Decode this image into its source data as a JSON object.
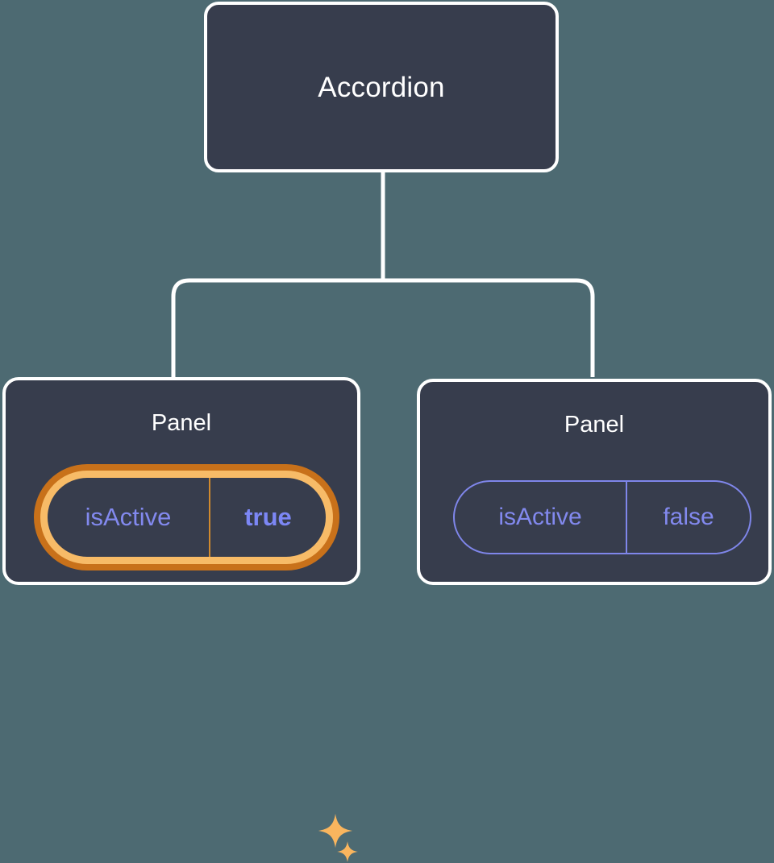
{
  "diagram": {
    "type": "component-tree",
    "background_color": "#4d6a72",
    "node_fill_color": "#373d4d",
    "node_border_color": "#ffffff",
    "connector_color": "#ffffff",
    "highlight_outer_color": "#c8711a",
    "highlight_inner_color": "#f7bb67",
    "prop_text_color": "#8289ee",
    "prop_border_color": "#7f86ea",
    "sparkle_color": "#f9b košt"
  },
  "root": {
    "title": "Accordion"
  },
  "panels": [
    {
      "title": "Panel",
      "highlighted": true,
      "prop": {
        "key": "isActive",
        "value": "true"
      },
      "sparkles": [
        {
          "name": "sparkle-large-icon",
          "size": 44
        },
        {
          "name": "sparkle-small-icon",
          "size": 26
        }
      ]
    },
    {
      "title": "Panel",
      "highlighted": false,
      "prop": {
        "key": "isActive",
        "value": "false"
      }
    }
  ]
}
